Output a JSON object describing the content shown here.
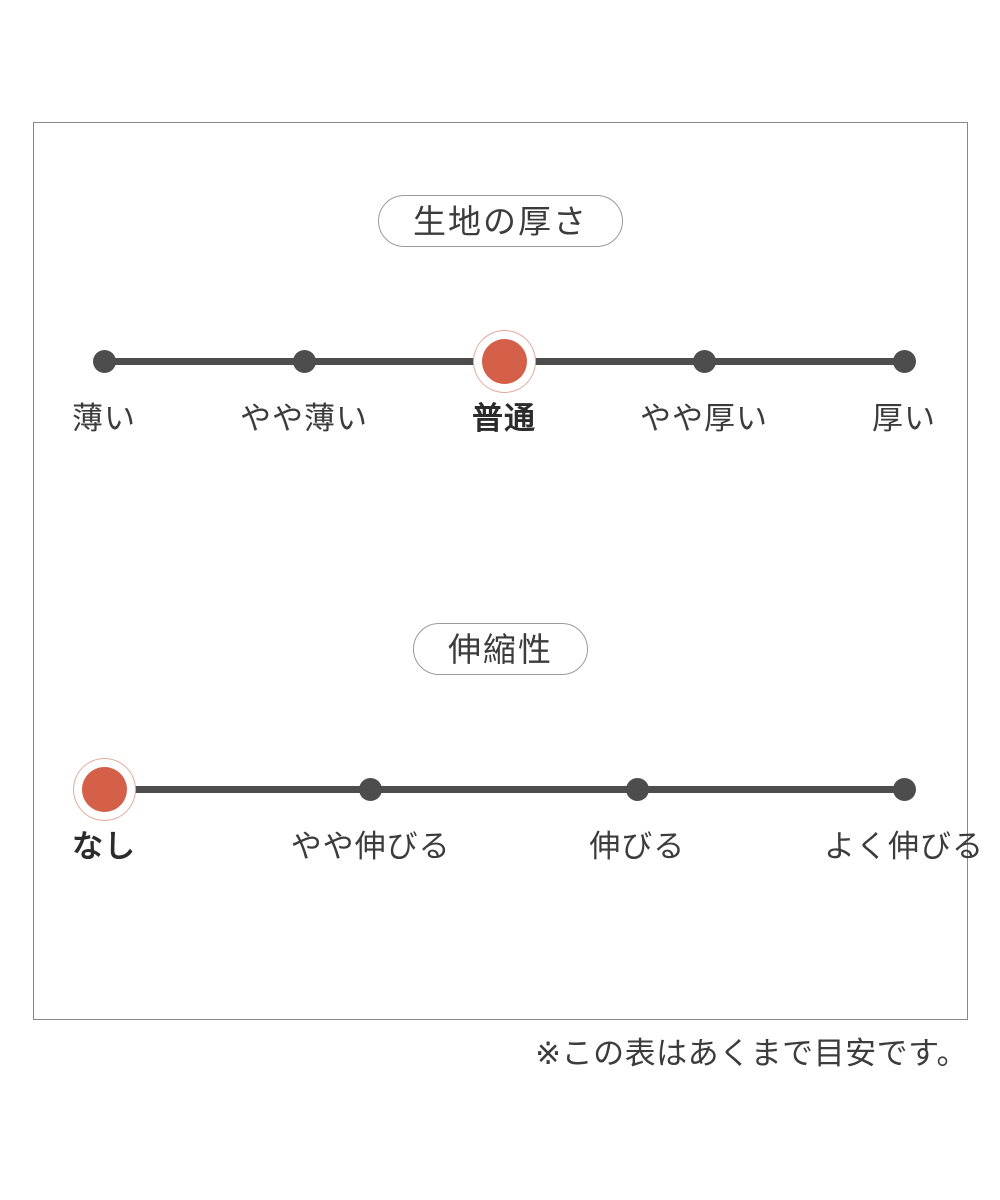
{
  "chart_data": {
    "type": "table",
    "title": "",
    "note": "※この表はあくまで目安です。",
    "scales": [
      {
        "label": "生地の厚さ",
        "selected_index": 2,
        "categories": [
          "薄い",
          "やや薄い",
          "普通",
          "やや厚い",
          "厚い"
        ],
        "values": [
          0,
          0,
          1,
          0,
          0
        ]
      },
      {
        "label": "伸縮性",
        "selected_index": 0,
        "categories": [
          "なし",
          "やや伸びる",
          "伸びる",
          "よく伸びる"
        ],
        "values": [
          1,
          0,
          0,
          0
        ]
      }
    ],
    "colors": {
      "accent": "#d4604a",
      "accent_ring": "#e3aa9d",
      "track": "#4d4d4d",
      "text": "#3c3c3c",
      "border": "#888888"
    }
  },
  "chart": {
    "scales": [
      {
        "label": "生地の厚さ",
        "selected_index": 2,
        "ticks": [
          {
            "label": "薄い"
          },
          {
            "label": "やや薄い"
          },
          {
            "label": "普通"
          },
          {
            "label": "やや厚い"
          },
          {
            "label": "厚い"
          }
        ]
      },
      {
        "label": "伸縮性",
        "selected_index": 0,
        "ticks": [
          {
            "label": "なし"
          },
          {
            "label": "やや伸びる"
          },
          {
            "label": "伸びる"
          },
          {
            "label": "よく伸びる"
          }
        ]
      }
    ],
    "footnote": "※この表はあくまで目安です。"
  }
}
